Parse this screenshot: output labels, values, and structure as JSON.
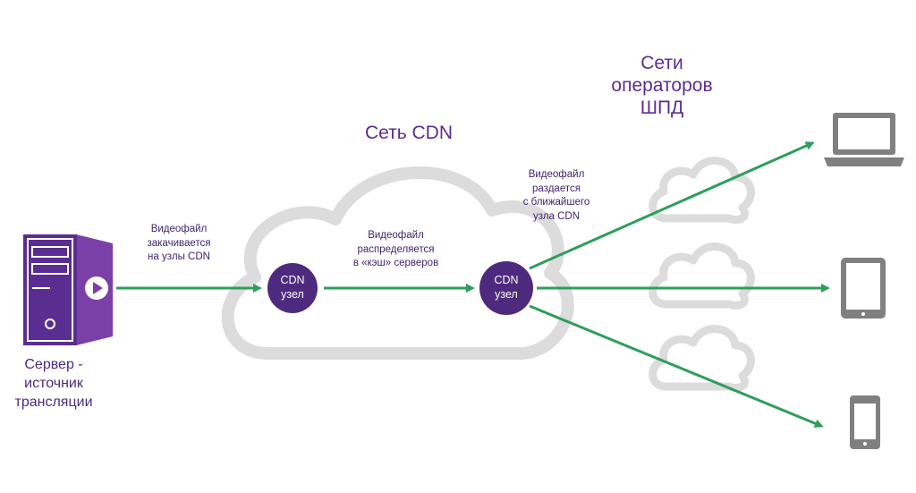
{
  "title_cdn": "Сеть CDN",
  "title_isp": [
    "Сети",
    "операторов",
    "ШПД"
  ],
  "server": {
    "label": [
      "Сервер -",
      "источник",
      "трансляции"
    ]
  },
  "steps": {
    "upload": [
      "Видеофайл",
      "закачивается",
      "на узлы CDN"
    ],
    "distribute": [
      "Видеофайл",
      "распределяется",
      "в «кэш» серверов"
    ],
    "deliver": [
      "Видеофайл",
      "раздается",
      "с ближайшего",
      "узла CDN"
    ]
  },
  "nodes": [
    {
      "label": [
        "CDN",
        "узел"
      ]
    },
    {
      "label": [
        "CDN",
        "узел"
      ]
    }
  ],
  "devices": [
    "laptop-icon",
    "tablet-icon",
    "phone-icon"
  ],
  "colors": {
    "purple": "#5a2d91",
    "node": "#4e2a7f",
    "arrow": "#2e9e5b",
    "cloud": "#d9d9d9",
    "device": "#808080"
  }
}
